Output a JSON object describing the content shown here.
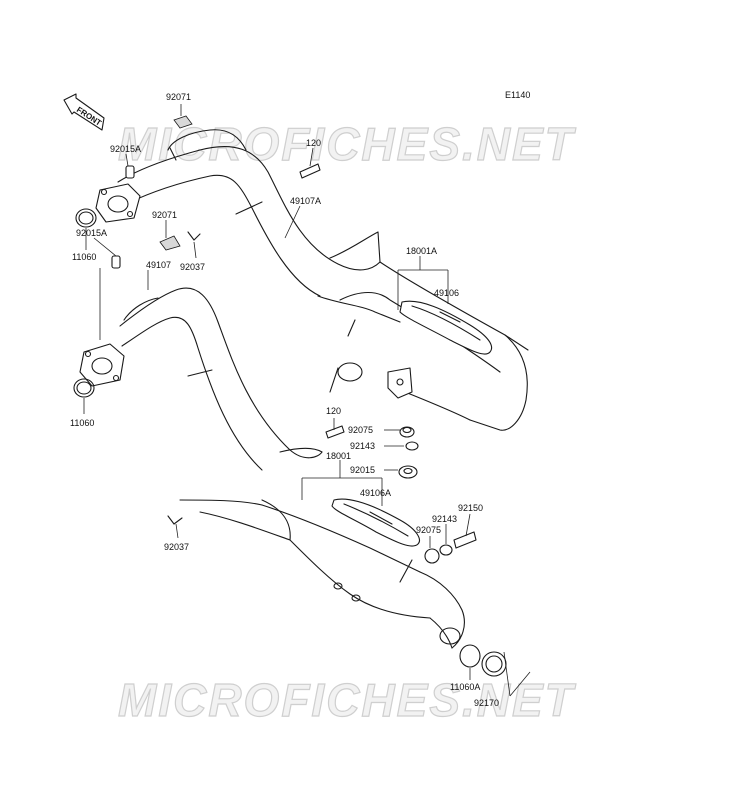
{
  "diagram_code": "E1140",
  "watermark": "MICROFICHES.NET",
  "front_label": "FRONT",
  "parts": {
    "p92071_top": "92071",
    "p92015A_top": "92015A",
    "p120_top": "120",
    "p49107A": "49107A",
    "p92071_mid": "92071",
    "p92015A_mid": "92015A",
    "p11060_top": "11060",
    "p92037_mid": "92037",
    "p49107": "49107",
    "p18001A": "18001A",
    "p49106": "49106",
    "p11060_bot": "11060",
    "p120_bot": "120",
    "p92075_a": "92075",
    "p92143_a": "92143",
    "p18001": "18001",
    "p92015_bot": "92015",
    "p49106A": "49106A",
    "p92150": "92150",
    "p92143_b": "92143",
    "p92075_b": "92075",
    "p92037_bot": "92037",
    "p11060A": "11060A",
    "p92170": "92170"
  }
}
